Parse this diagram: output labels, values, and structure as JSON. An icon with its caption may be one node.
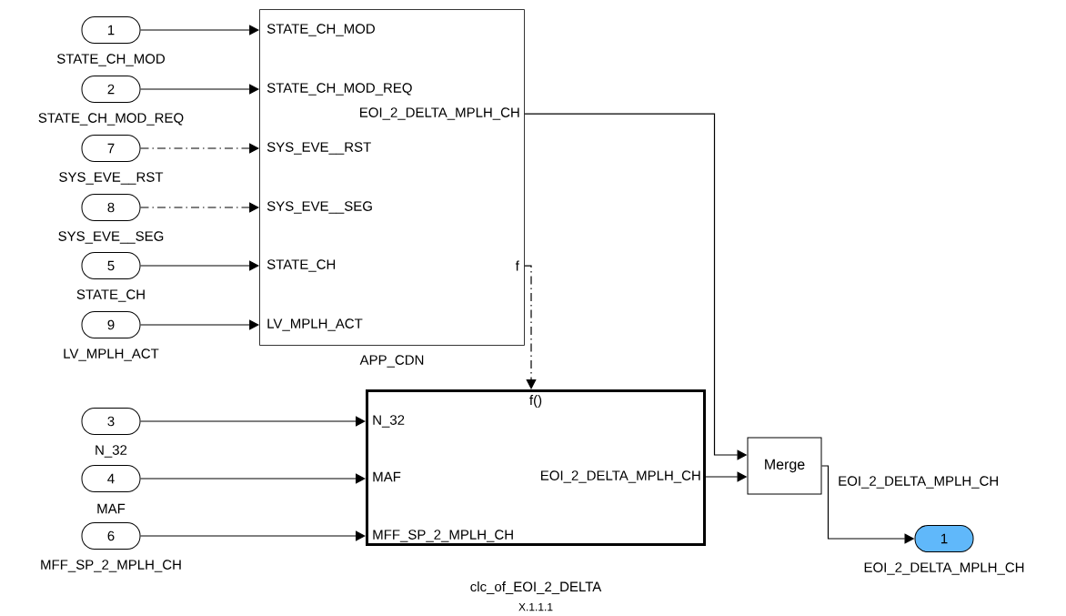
{
  "diagram": {
    "nodes": [
      {
        "text": [
          "1"
        ],
        "beside": [
          "STATE_CH_MOD"
        ]
      },
      {
        "text": [
          "2"
        ],
        "beside": [
          "STATE_CH_MOD_REQ"
        ]
      },
      {
        "text": [
          "7"
        ],
        "beside": [
          "SYS_EVE__RST"
        ]
      },
      {
        "text": [
          "8"
        ],
        "beside": [
          "SYS_EVE__SEG"
        ]
      },
      {
        "text": [
          "5"
        ],
        "beside": [
          "STATE_CH"
        ]
      },
      {
        "text": [
          "9"
        ],
        "beside": [
          "LV_MPLH_ACT"
        ]
      },
      {
        "text": [
          "STATE_CH_MOD",
          "STATE_CH_MOD_REQ",
          "SYS_EVE__RST",
          "SYS_EVE__SEG",
          "STATE_CH",
          "LV_MPLH_ACT",
          "EOI_2_DELTA_MPLH_CH",
          "f"
        ],
        "beside": [
          "APP_CDN"
        ]
      },
      {
        "text": [
          "3"
        ],
        "beside": [
          "N_32"
        ]
      },
      {
        "text": [
          "4"
        ],
        "beside": [
          "MAF"
        ]
      },
      {
        "text": [
          "6"
        ],
        "beside": [
          "MFF_SP_2_MPLH_CH"
        ]
      },
      {
        "text": [
          "f()",
          "N_32",
          "MAF",
          "MFF_SP_2_MPLH_CH",
          "EOI_2_DELTA_MPLH_CH"
        ],
        "beside": [
          "clc_of_EOI_2_DELTA",
          "X.1.1.1"
        ]
      },
      {
        "text": [
          "Merge"
        ]
      },
      {
        "text": [
          "1"
        ],
        "beside": [
          "EOI_2_DELTA_MPLH_CH"
        ]
      }
    ],
    "edges": [
      {
        "from": 0,
        "to": 6,
        "arrow": "to"
      },
      {
        "from": 1,
        "to": 6,
        "arrow": "to"
      },
      {
        "from": 2,
        "to": 6,
        "arrow": "to",
        "style": "dashed"
      },
      {
        "from": 3,
        "to": 6,
        "arrow": "to",
        "style": "dashed"
      },
      {
        "from": 4,
        "to": 6,
        "arrow": "to"
      },
      {
        "from": 5,
        "to": 6,
        "arrow": "to"
      },
      {
        "from": 6,
        "to": 10,
        "arrow": "to",
        "style": "dashed"
      },
      {
        "from": 7,
        "to": 10,
        "arrow": "to"
      },
      {
        "from": 8,
        "to": 10,
        "arrow": "to"
      },
      {
        "from": 9,
        "to": 10,
        "arrow": "to"
      },
      {
        "from": 6,
        "to": 11,
        "arrow": "to"
      },
      {
        "from": 10,
        "to": 11,
        "arrow": "to"
      },
      {
        "from": 11,
        "to": 12,
        "arrow": "to",
        "label": "EOI_2_DELTA_MPLH_CH"
      }
    ]
  }
}
